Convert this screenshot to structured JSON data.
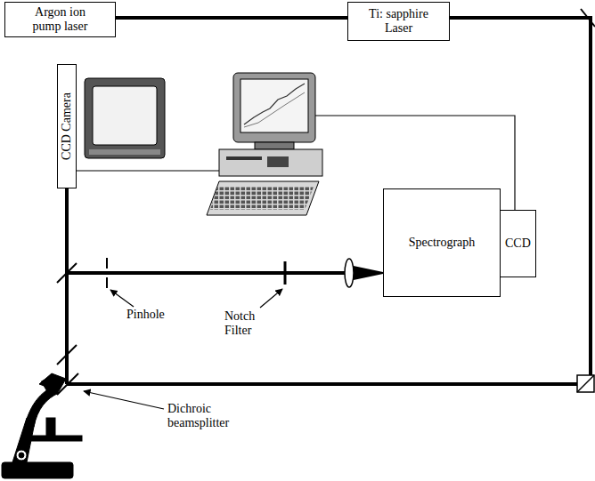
{
  "diagram": {
    "nodes": [
      {
        "text": [
          "Argon ion pump laser"
        ]
      },
      {
        "text": [
          "Ti: sapphire Laser"
        ]
      },
      {
        "text": [
          "CCD Camera"
        ]
      },
      {
        "text": [
          "Spectrograph"
        ]
      },
      {
        "text": [
          "CCD"
        ]
      }
    ],
    "edges": [
      {
        "from": 0,
        "to": 1,
        "arrow": "none"
      }
    ],
    "labels": [
      "Pinhole",
      "Notch Filter",
      "Dichroic beamsplitter"
    ]
  }
}
